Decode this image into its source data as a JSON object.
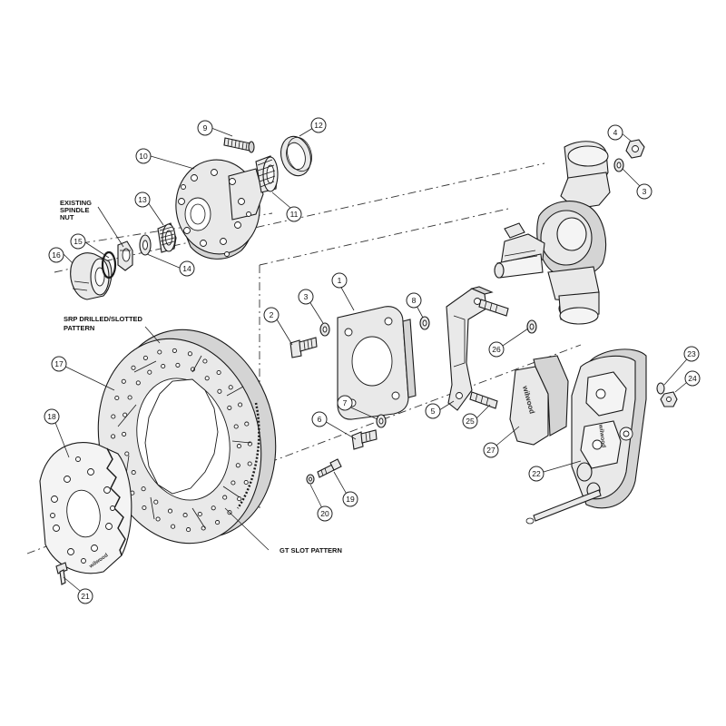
{
  "notes": {
    "existing_spindle_nut": [
      "EXISTING",
      "SPINDLE",
      "NUT"
    ],
    "srp_pattern": [
      "SRP DRILLED/SLOTTED",
      "PATTERN"
    ],
    "gt_slot_pattern": "GT SLOT PATTERN"
  },
  "brand": {
    "caliper_logo": "wilwood",
    "pad_logo": "wilwood",
    "hat_logo": "wilwood"
  },
  "callouts": {
    "c1": "1",
    "c2": "2",
    "c3a": "3",
    "c3b": "3",
    "c4": "4",
    "c5": "5",
    "c6": "6",
    "c7": "7",
    "c8": "8",
    "c9": "9",
    "c10": "10",
    "c11": "11",
    "c12": "12",
    "c13": "13",
    "c14": "14",
    "c15": "15",
    "c16": "16",
    "c17": "17",
    "c18": "18",
    "c19": "19",
    "c20": "20",
    "c21": "21",
    "c22": "22",
    "c23": "23",
    "c24": "24",
    "c25": "25",
    "c26": "26",
    "c27": "27"
  }
}
